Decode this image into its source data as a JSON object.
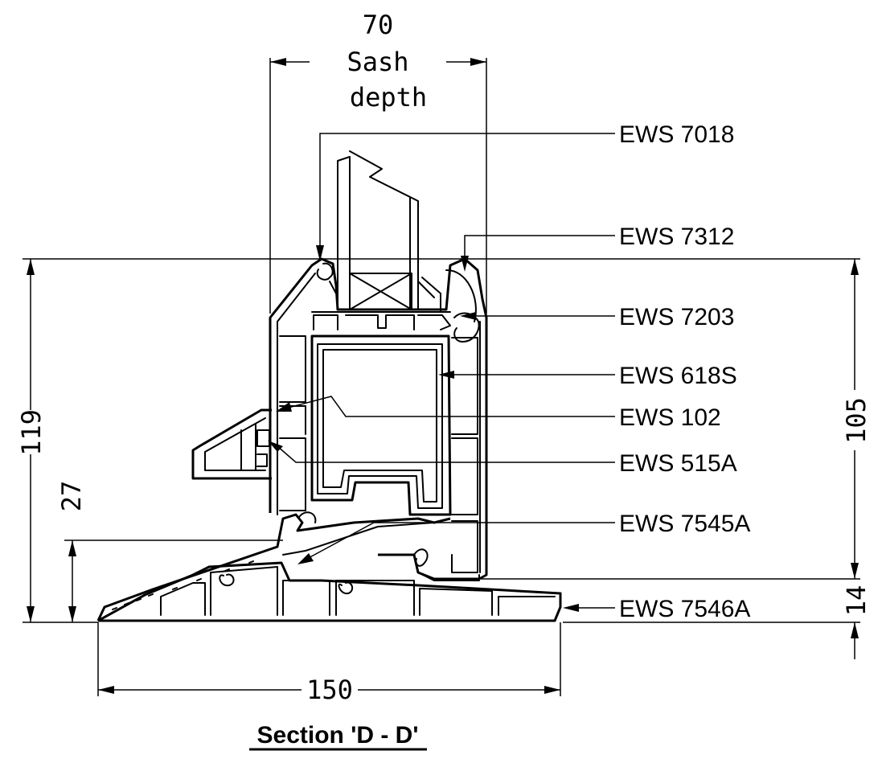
{
  "title": "Section 'D - D'",
  "dimensions": {
    "sash_value": "70",
    "sash_line1": "Sash",
    "sash_line2": "depth",
    "total_height": "119",
    "frame_height": "105",
    "sill_height": "27",
    "bottom_offset": "14",
    "width": "150"
  },
  "callouts": [
    "EWS 7018",
    "EWS 7312",
    "EWS 7203",
    "EWS 618S",
    "EWS 102",
    "EWS 515A",
    "EWS 7545A",
    "EWS 7546A"
  ]
}
